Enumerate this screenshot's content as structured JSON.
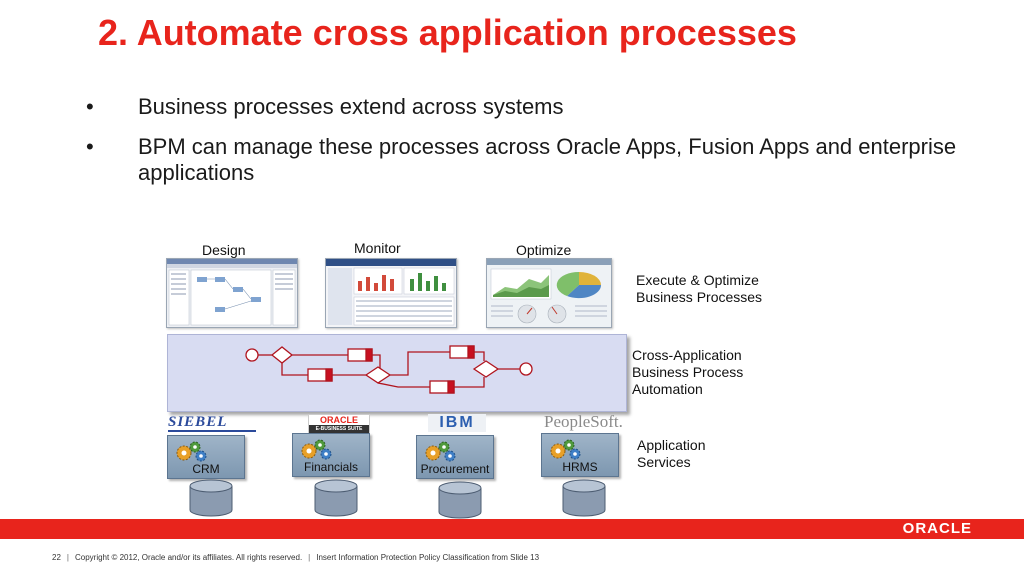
{
  "slide": {
    "title": "2. Automate cross application processes",
    "bullets": [
      {
        "marker": "•",
        "text": "Business processes extend across systems"
      },
      {
        "marker": "•",
        "text": "BPM can manage these processes across Oracle Apps, Fusion Apps and enterprise applications"
      }
    ]
  },
  "diagram": {
    "top_labels": {
      "design": "Design",
      "monitor": "Monitor",
      "optimize": "Optimize"
    },
    "right_labels": {
      "execute": [
        "Execute & Optimize",
        "Business Processes"
      ],
      "automation": [
        "Cross-Application",
        "Business Process",
        "Automation"
      ],
      "services": [
        "Application",
        "Services"
      ]
    },
    "logos": {
      "siebel": "SIEBEL",
      "oracle": "ORACLE",
      "ebs": "E-BUSINESS SUITE",
      "ibm": "IBM",
      "peoplesoft": "PeopleSoft."
    },
    "services": [
      "CRM",
      "Financials",
      "Procurement",
      "HRMS"
    ]
  },
  "footer": {
    "page": "22",
    "copyright": "Copyright © 2012, Oracle and/or its affiliates. All rights reserved.",
    "classification": "Insert Information Protection Policy Classification from Slide 13",
    "brand": "ORACLE"
  },
  "colors": {
    "accent": "#e8241c",
    "band": "#d8dcf2",
    "service": "#8ea7bf"
  }
}
